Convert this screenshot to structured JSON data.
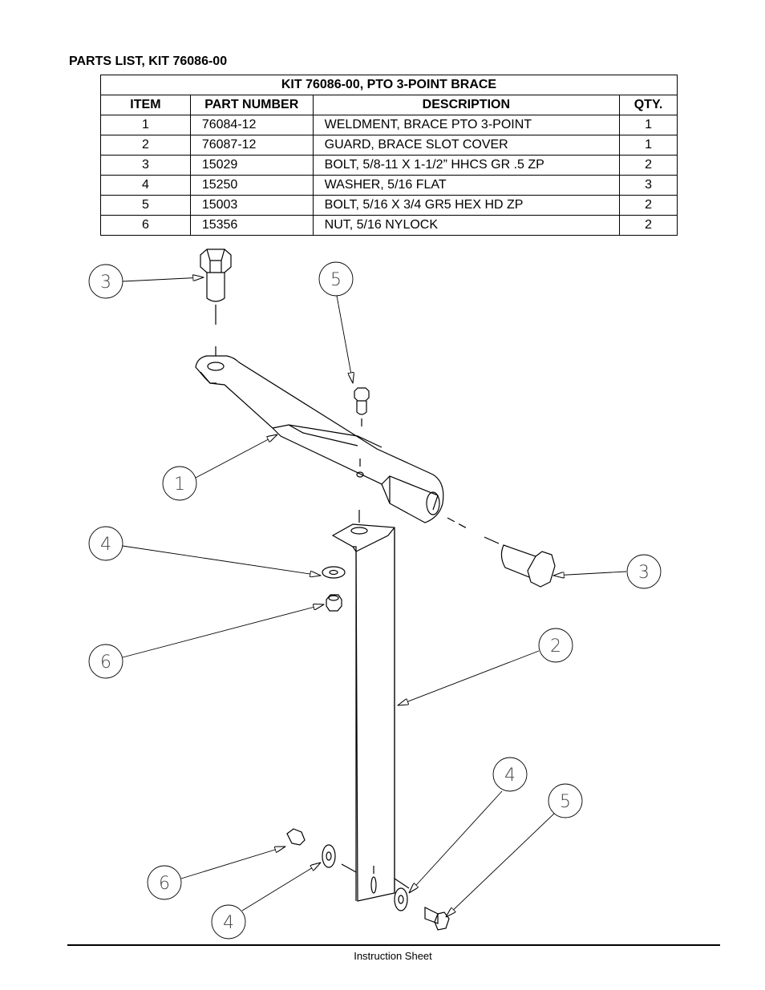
{
  "heading": "PARTS LIST, KIT 76086-00",
  "table": {
    "caption": "KIT 76086-00, PTO 3-POINT BRACE",
    "headers": [
      "ITEM",
      "PART NUMBER",
      "DESCRIPTION",
      "QTY."
    ],
    "rows": [
      [
        "1",
        "76084-12",
        "WELDMENT, BRACE PTO 3-POINT",
        "1"
      ],
      [
        "2",
        "76087-12",
        "GUARD, BRACE SLOT COVER",
        "1"
      ],
      [
        "3",
        "15029",
        "BOLT, 5/8-11 X 1-1/2” HHCS GR .5 ZP",
        "2"
      ],
      [
        "4",
        "15250",
        "WASHER, 5/16 FLAT",
        "3"
      ],
      [
        "5",
        "15003",
        "BOLT, 5/16 X 3/4 GR5 HEX HD ZP",
        "2"
      ],
      [
        "6",
        "15356",
        "NUT, 5/16 NYLOCK",
        "2"
      ]
    ]
  },
  "callouts": [
    "3",
    "5",
    "1",
    "4",
    "3",
    "6",
    "2",
    "4",
    "5",
    "6",
    "4"
  ],
  "footer": "Instruction Sheet"
}
